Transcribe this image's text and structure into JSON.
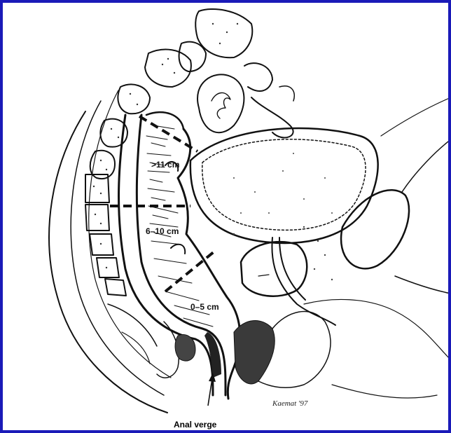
{
  "labels": {
    "upper": ">11 cm",
    "middle": "6–10 cm",
    "lower": "0–5 cm"
  },
  "caption": "Anal verge",
  "signature": "Kaemat '97",
  "colors": {
    "border": "#1a1ab8",
    "ink": "#111111"
  }
}
